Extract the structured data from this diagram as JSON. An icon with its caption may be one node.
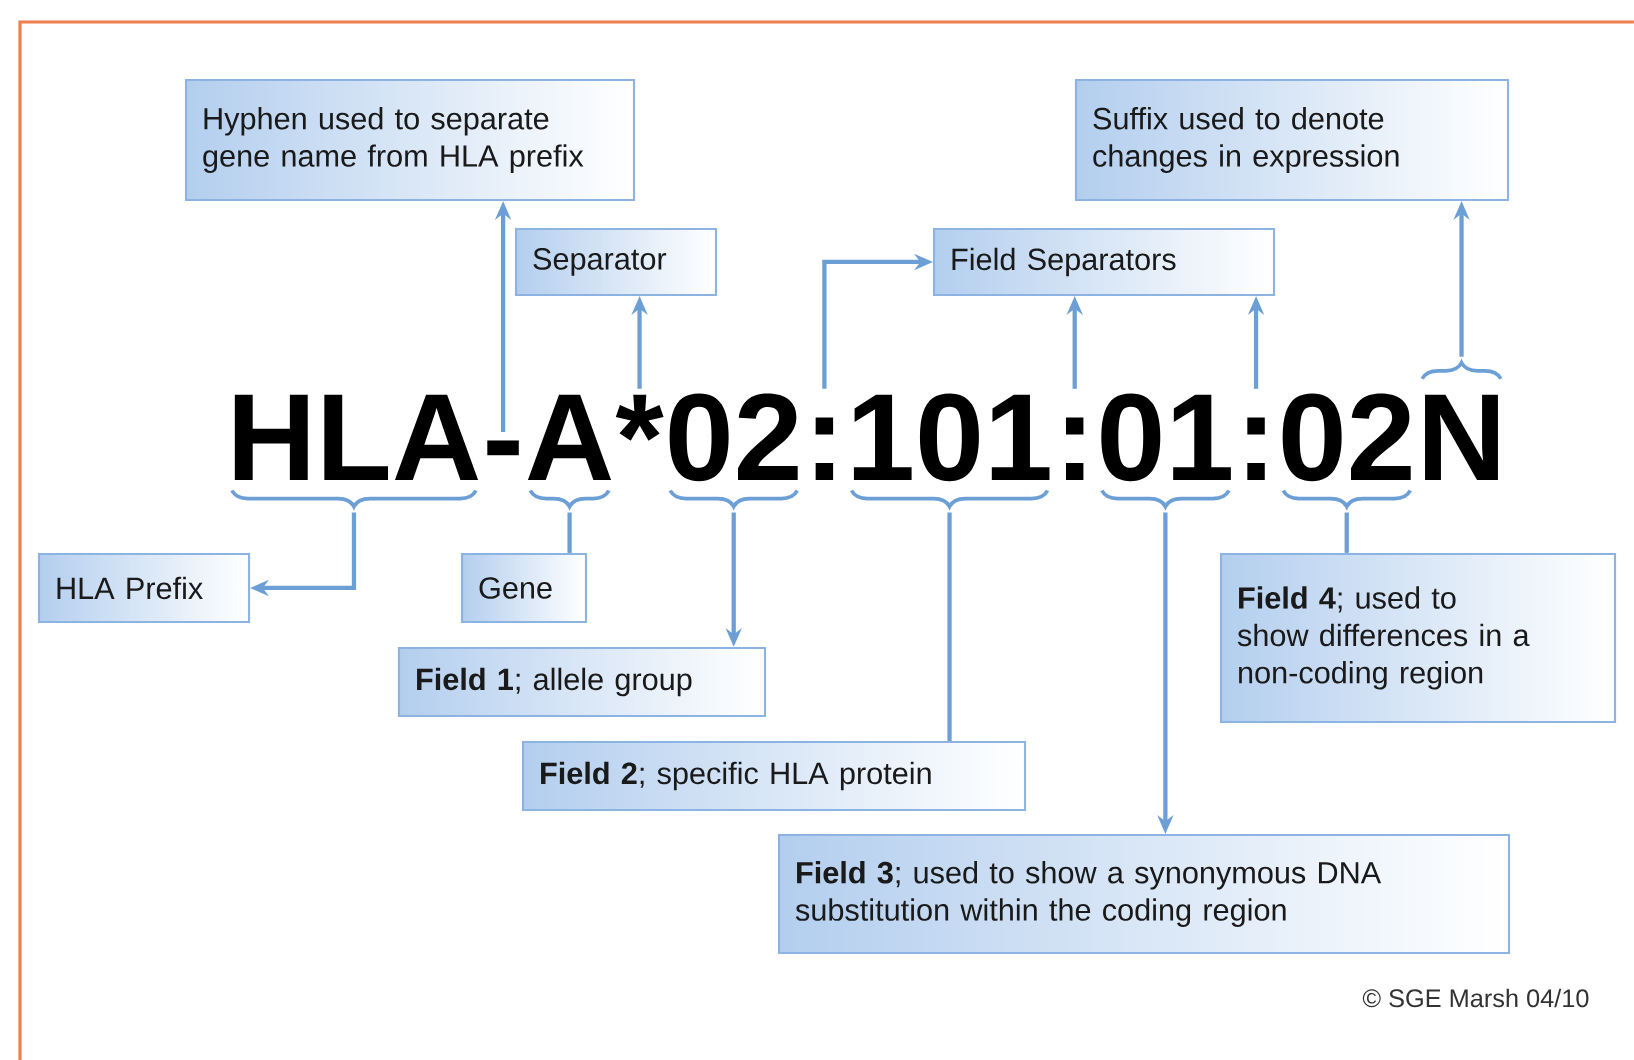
{
  "diagram": {
    "nodes": [
      {
        "text": [
          "Hyphen used to separate gene name from HLA prefix"
        ]
      },
      {
        "text": [
          "Separator"
        ]
      },
      {
        "text": [
          "Field Separators"
        ]
      },
      {
        "text": [
          "Suffix used to denote changes in expression"
        ]
      },
      {
        "text": [
          "HLA"
        ]
      },
      {
        "text": [
          "-"
        ]
      },
      {
        "text": [
          "A"
        ]
      },
      {
        "text": [
          "*"
        ]
      },
      {
        "text": [
          "02"
        ]
      },
      {
        "text": [
          ":"
        ]
      },
      {
        "text": [
          "101"
        ]
      },
      {
        "text": [
          ":"
        ]
      },
      {
        "text": [
          "01"
        ]
      },
      {
        "text": [
          ":"
        ]
      },
      {
        "text": [
          "02"
        ]
      },
      {
        "text": [
          "N"
        ]
      },
      {
        "text": [
          "HLA Prefix"
        ]
      },
      {
        "text": [
          "Gene"
        ]
      },
      {
        "text": [
          "**Field 1**; allele group"
        ]
      },
      {
        "text": [
          "**Field 2**; specific HLA protein"
        ]
      },
      {
        "text": [
          "**Field 3**; used to show a synonymous DNA substitution within the coding region"
        ]
      },
      {
        "text": [
          "**Field 4**; used to show differences in a non-coding region"
        ]
      }
    ],
    "edges": [
      {
        "from": 5,
        "to": 0,
        "arrow": "to"
      },
      {
        "from": 7,
        "to": 1,
        "arrow": "to"
      },
      {
        "from": 9,
        "to": 2,
        "arrow": "to"
      },
      {
        "from": 11,
        "to": 2,
        "arrow": "to"
      },
      {
        "from": 13,
        "to": 2,
        "arrow": "to"
      },
      {
        "from": 15,
        "to": 3,
        "arrow": "to"
      },
      {
        "from": 4,
        "to": 16,
        "arrow": "to"
      },
      {
        "from": 6,
        "to": 17,
        "arrow": "none"
      },
      {
        "from": 8,
        "to": 18,
        "arrow": "to"
      },
      {
        "from": 10,
        "to": 19,
        "arrow": "none"
      },
      {
        "from": 12,
        "to": 20,
        "arrow": "to"
      },
      {
        "from": 14,
        "to": 21,
        "arrow": "none"
      }
    ],
    "labels": [
      "© SGE Marsh 04/10"
    ]
  }
}
